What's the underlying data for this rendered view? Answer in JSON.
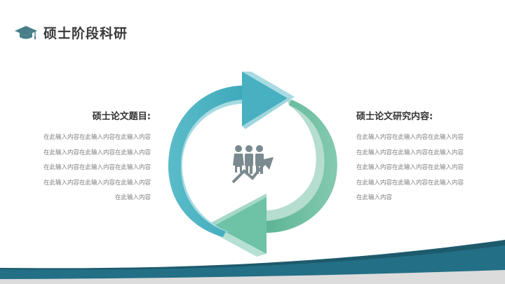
{
  "header": {
    "icon": "graduation-cap-icon",
    "title": "硕士阶段科研"
  },
  "left_section": {
    "heading": "硕士论文题目:",
    "lines": [
      "在此输入内容在此输入内容在此输入内容",
      "在此输入内容在此输入内容在此输入内容",
      "在此输入内容在此输入内容在此输入内容",
      "在此输入内容在此输入内容在此输入内容",
      "在此输入内容"
    ]
  },
  "right_section": {
    "heading": "硕士论文研究内容:",
    "lines": [
      "在此输入内容在此输入内容在此输入内容",
      "在此输入内容在此输入内容在此输入内容",
      "在此输入内容在此输入内容在此输入内容",
      "在此输入内容在此输入内容在此输入内容",
      "在此输入内容"
    ]
  },
  "center_graphic": {
    "type": "cycle-arrows",
    "top_arrow_color": "#4fb3c4",
    "bottom_arrow_color": "#6ec2a6",
    "center_icon": "team-growth-icon",
    "center_icon_color": "#7a8a8e"
  },
  "colors": {
    "title_text": "#3a3a3a",
    "body_text": "#7f7f7f",
    "accent_dark": "#236f86",
    "accent_shadow": "#1d5a6c",
    "footer_gray": "#dcdcdc",
    "cap_icon": "#4a7f8a"
  }
}
